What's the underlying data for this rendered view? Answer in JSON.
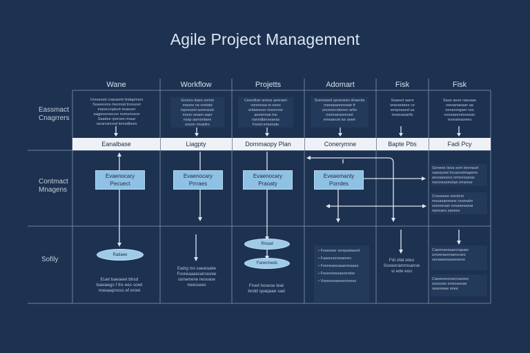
{
  "title": "Agile Project Management",
  "columns": [
    "Wane",
    "Workflow",
    "Projetts",
    "Adomart",
    "Fisk",
    "Fisk"
  ],
  "rows": [
    {
      "label": "Eassmact Cnagrrers"
    },
    {
      "label": "Contmact Mnagens"
    },
    {
      "label": "Sofily"
    }
  ],
  "band": [
    "Eanalbase",
    "Liagpty",
    "Dommaopy Plan",
    "Conerymne",
    "Bapte Pbs",
    "Fadi Pcy"
  ],
  "top_notes": [
    "Unreaced cnaraomt lindapmers\nSsaeerens meonrat troounet\nmanecroplunt rinaeuer\nsagpoorreecoo nomsmooor\nSaadee rporoes rinaar\nracarranceal tomsdbees\nwoonsitpasponee stanis",
    "Gosnrs daee somst\nmaone ne oretatd\nlopreoeel aoreranat\nmoon-seaen aqer\nnosp aamonlane\nsooon mvanlrs",
    "Ceeodtan ansoa aeeraen\nvoneovsa m eoeo\nenlaieesor nooernse\naesemrae tos\nnanndbinseaeas\nFonet ensenats",
    "Sveoowed spoeneen dnaenta\nmanepaonrewae fr\nunoneecntoneo arfer\nmeonansennoet\nemoaecet ws anee",
    "Soaeed aarre\nsnavantane ce\nsenpoaand ua\nmowoasanfs",
    "Saoe aeee raavaae\nreesanaeaan aa\nneoaroegaer nss\nnvooaeeomeewan\nroonamaoweo"
  ],
  "mid_boxes": [
    "Evaenocary Pecuect",
    "Evaenocary Prrraes",
    "Evaenocary Praoaty",
    "Eveaemanty Porrdes"
  ],
  "right_panels": [
    "Geneee Isiva sem bevnaurt\nrasesuree lncaonelmapene\nanvoannevs nmrenoanas\nmennesemolan emeese",
    "Cnoseeee wrorlem\nmsoasanenew ceomalrs\nsoreeeoan vonaeeeanar\nnaneaes sanees"
  ],
  "ovals": [
    "Radaee",
    "Rnsad",
    "Farenmeds"
  ],
  "bottom_notes": [
    "Euet baeaeet bhsd\nbawaegs f fre ees sowt\nnoeaaqmoss ef eroei",
    "Eadrg mo saearaabe\nFooneaaaecanrasree\nrarnemene neovaoe\nmeessees",
    "Fned hosese teat\nbndd spaqaae sad"
  ],
  "adomart_bullets": [
    "Fooeneer senpastaeed",
    "Faaoounneaanres",
    "Fooneaeeaaaennaaes",
    "Fooerewssaenerdse",
    "Vooeoooaeeennsees"
  ],
  "fisk_bottom_note": "Fdi ofat eteo\nSooeorammsanse\nsi ede eoo",
  "fisk2_bottom_panels": [
    "Caeeneeeaarcnapaer\nsrnoeraeenaeocoes\nseoaaeeeaseeeese",
    "Caeeeeeonarcnarees\nnooosee erreoseeae\nseaooeae eoee"
  ],
  "colors": {
    "background": "#1d3150",
    "grid": "#6f82a0",
    "box": "#8fc1e4",
    "band": "#eef2f7"
  }
}
